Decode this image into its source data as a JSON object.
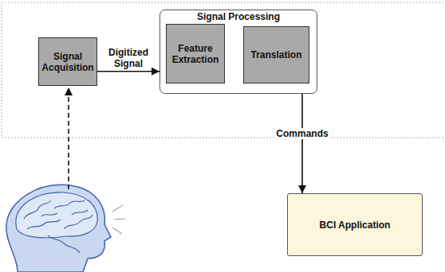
{
  "diagram": {
    "nodes": [
      {
        "text": [
          "Signal Acquisition"
        ]
      },
      {
        "text": [
          "Signal Processing"
        ]
      },
      {
        "text": [
          "Feature Extraction"
        ],
        "in": 1
      },
      {
        "text": [
          "Translation"
        ],
        "in": 1
      },
      {
        "text": [
          "BCI Application"
        ]
      }
    ],
    "edges": [
      {
        "from": 0,
        "to": 1,
        "label": "Digitized Signal",
        "arrow": "to"
      },
      {
        "from": 2,
        "to": 3,
        "arrow": "to"
      },
      {
        "from": 1,
        "to": 4,
        "label": "Commands",
        "arrow": "to"
      }
    ]
  }
}
